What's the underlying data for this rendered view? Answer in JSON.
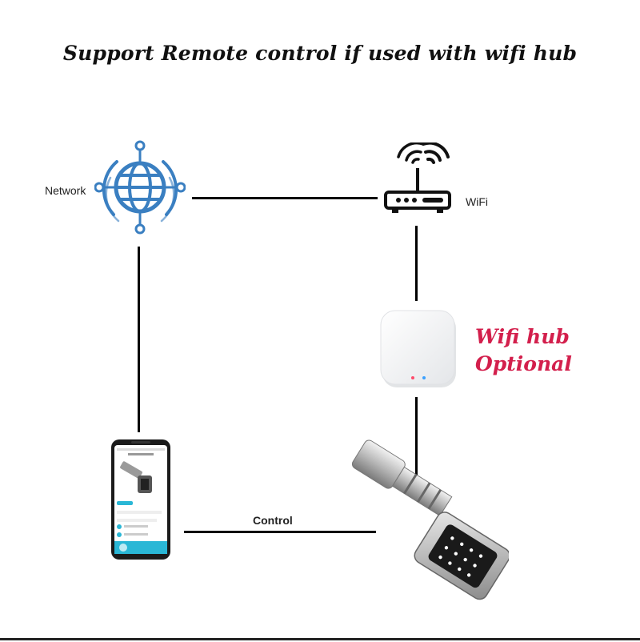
{
  "title": "Support Remote control if used with wifi hub",
  "network_label": "Network",
  "wifi_label": "WiFi",
  "hub_label_line1": "Wifi hub",
  "hub_label_line2": "Optional",
  "control_label": "Control",
  "colors": {
    "accent": "#d31f4c",
    "globe": "#3a7fc1",
    "line": "#000000"
  },
  "icons": [
    "globe-network-icon",
    "wifi-router-icon",
    "wifi-hub-device",
    "smartphone-app",
    "smart-lock-cylinder"
  ]
}
